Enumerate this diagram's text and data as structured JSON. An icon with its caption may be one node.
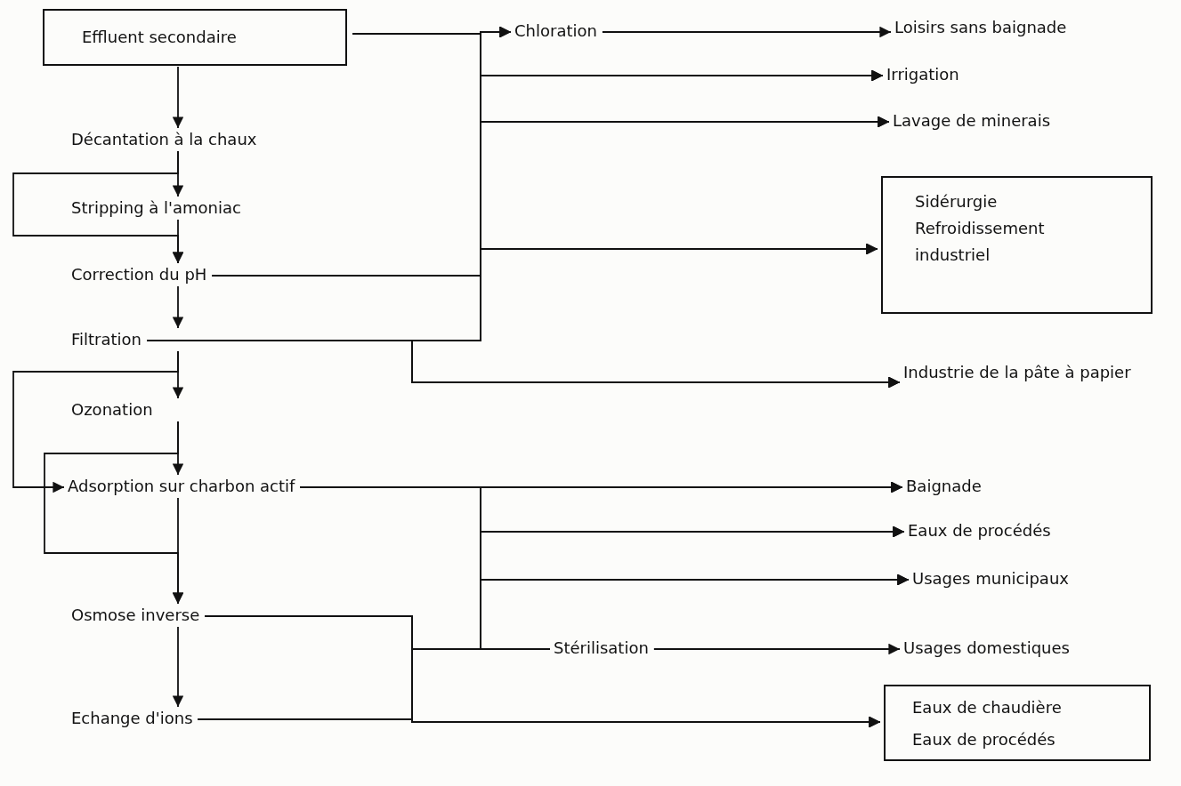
{
  "diagram": {
    "nodes": [
      {
        "text": [
          "Effluent secondaire"
        ]
      },
      {
        "text": [
          "Décantation à la chaux"
        ]
      },
      {
        "text": [
          "Stripping à l'amoniac"
        ]
      },
      {
        "text": [
          "Correction du pH"
        ]
      },
      {
        "text": [
          "Filtration"
        ]
      },
      {
        "text": [
          "Ozonation"
        ]
      },
      {
        "text": [
          "Adsorption sur charbon actif"
        ]
      },
      {
        "text": [
          "Osmose inverse"
        ]
      },
      {
        "text": [
          "Echange d'ions"
        ]
      },
      {
        "text": [
          "Chloration"
        ]
      },
      {
        "text": [
          "Loisirs sans baignade"
        ]
      },
      {
        "text": [
          "Irrigation"
        ]
      },
      {
        "text": [
          "Lavage de minerais"
        ]
      },
      {
        "text": [
          "Sidérurgie",
          "Refroidissement industriel"
        ]
      },
      {
        "text": [
          "Industrie de la pâte à papier"
        ]
      },
      {
        "text": [
          "Stérilisation"
        ]
      },
      {
        "text": [
          "Baignade"
        ]
      },
      {
        "text": [
          "Eaux de procédés"
        ]
      },
      {
        "text": [
          "Usages municipaux"
        ]
      },
      {
        "text": [
          "Usages domestiques"
        ]
      },
      {
        "text": [
          "Eaux de chaudière",
          "Eaux de procédés"
        ]
      }
    ],
    "edges": [
      {
        "from": 0,
        "to": 1,
        "arrow": "to"
      },
      {
        "from": 1,
        "to": 2,
        "arrow": "to"
      },
      {
        "from": 1,
        "to": 3,
        "arrow": "to"
      },
      {
        "from": 2,
        "to": 3,
        "arrow": "to"
      },
      {
        "from": 3,
        "to": 4,
        "arrow": "to"
      },
      {
        "from": 4,
        "to": 5,
        "arrow": "to"
      },
      {
        "from": 4,
        "to": 6,
        "arrow": "to"
      },
      {
        "from": 5,
        "to": 6,
        "arrow": "to"
      },
      {
        "from": 5,
        "to": 7,
        "arrow": "to"
      },
      {
        "from": 6,
        "to": 7,
        "arrow": "to"
      },
      {
        "from": 7,
        "to": 8,
        "arrow": "to"
      },
      {
        "from": 0,
        "to": 9,
        "arrow": "to"
      },
      {
        "from": 0,
        "to": 11,
        "arrow": "to"
      },
      {
        "from": 0,
        "to": 12,
        "arrow": "to"
      },
      {
        "from": 0,
        "to": 13,
        "arrow": "to"
      },
      {
        "from": 0,
        "to": 14,
        "arrow": "to"
      },
      {
        "from": 3,
        "to": 9,
        "arrow": "to"
      },
      {
        "from": 3,
        "to": 11,
        "arrow": "to"
      },
      {
        "from": 3,
        "to": 12,
        "arrow": "to"
      },
      {
        "from": 3,
        "to": 13,
        "arrow": "to"
      },
      {
        "from": 3,
        "to": 14,
        "arrow": "to"
      },
      {
        "from": 4,
        "to": 9,
        "arrow": "to"
      },
      {
        "from": 4,
        "to": 11,
        "arrow": "to"
      },
      {
        "from": 4,
        "to": 12,
        "arrow": "to"
      },
      {
        "from": 4,
        "to": 13,
        "arrow": "to"
      },
      {
        "from": 4,
        "to": 14,
        "arrow": "to"
      },
      {
        "from": 9,
        "to": 10,
        "arrow": "to"
      },
      {
        "from": 6,
        "to": 16,
        "arrow": "to"
      },
      {
        "from": 6,
        "to": 17,
        "arrow": "to"
      },
      {
        "from": 6,
        "to": 18,
        "arrow": "to"
      },
      {
        "from": 6,
        "to": 15,
        "arrow": "none"
      },
      {
        "from": 6,
        "to": 20,
        "arrow": "to"
      },
      {
        "from": 7,
        "to": 16,
        "arrow": "to"
      },
      {
        "from": 7,
        "to": 17,
        "arrow": "to"
      },
      {
        "from": 7,
        "to": 18,
        "arrow": "to"
      },
      {
        "from": 7,
        "to": 15,
        "arrow": "none"
      },
      {
        "from": 7,
        "to": 20,
        "arrow": "to"
      },
      {
        "from": 8,
        "to": 16,
        "arrow": "to"
      },
      {
        "from": 8,
        "to": 17,
        "arrow": "to"
      },
      {
        "from": 8,
        "to": 18,
        "arrow": "to"
      },
      {
        "from": 8,
        "to": 15,
        "arrow": "none"
      },
      {
        "from": 8,
        "to": 20,
        "arrow": "to"
      },
      {
        "from": 15,
        "to": 19,
        "arrow": "to"
      }
    ]
  }
}
